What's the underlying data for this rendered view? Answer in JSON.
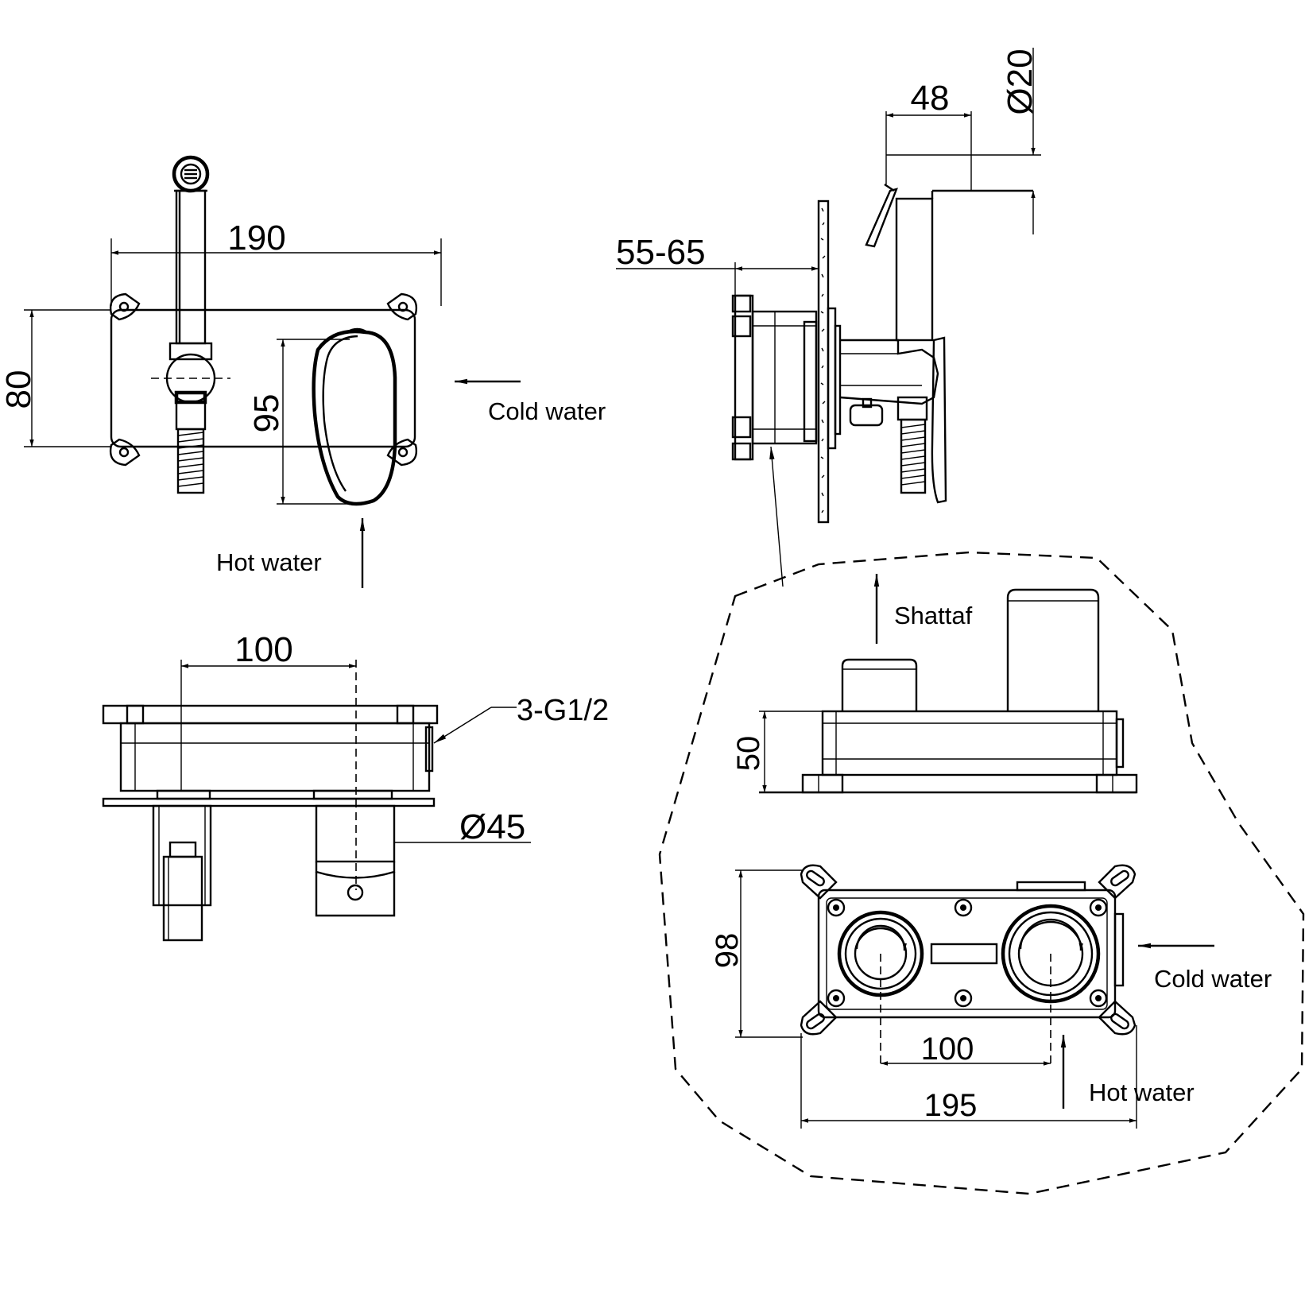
{
  "front_view": {
    "width_dim": "190",
    "height_dim": "80",
    "handle_dim": "95",
    "cold_label": "Cold water",
    "hot_label": "Hot water"
  },
  "top_view": {
    "spacing_dim": "100",
    "connection_label": "3-G1/2",
    "diameter_dim": "Ø45"
  },
  "side_view": {
    "depth_dim": "55-65",
    "spout_dim": "48",
    "spout_diameter_dim": "Ø20"
  },
  "body_detail": {
    "shattaf_label": "Shattaf",
    "height_dim": "50",
    "box_height_dim": "98",
    "spacing_dim": "100",
    "width_dim": "195",
    "cold_label": "Cold water",
    "hot_label": "Hot water"
  }
}
